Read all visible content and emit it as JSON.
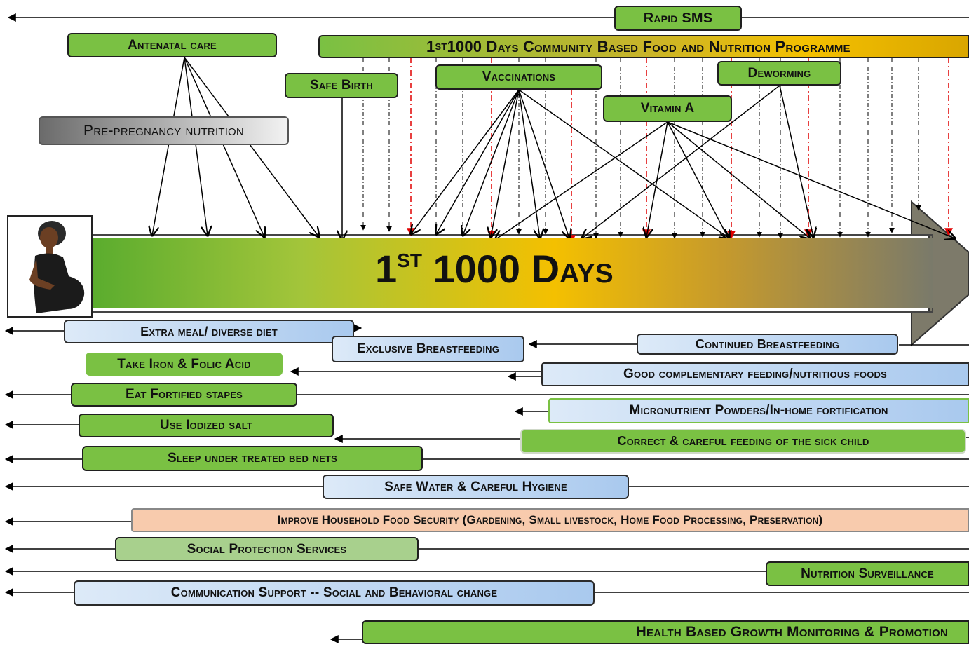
{
  "title": {
    "prefix": "1",
    "sup": "ST",
    "rest": " 1000 Days"
  },
  "top_boxes": {
    "rapid_sms": "Rapid SMS",
    "programme_prefix": "1",
    "programme_sup": "ST",
    "programme_rest": " 1000 Days Community Based Food and Nutrition Programme",
    "antenatal": "Antenatal care",
    "safe_birth": "Safe Birth",
    "vaccinations": "Vaccinations",
    "deworming": "Deworming",
    "vitamin_a": "Vitamin A",
    "pre_pregnancy": "Pre-pregnancy nutrition"
  },
  "bottom_boxes": {
    "extra_meal": "Extra meal/ diverse diet",
    "exclusive_bf": "Exclusive Breastfeeding",
    "continued_bf": "Continued  Breastfeeding",
    "iron_folic": "Take Iron & Folic Acid",
    "complementary": "Good complementary feeding/nutritious foods",
    "fortified": "Eat Fortified stapes",
    "mnp": "Micronutrient Powders/In-home fortification",
    "iodized": "Use Iodized salt",
    "sick_child": "Correct & careful  feeding of the sick child",
    "bed_nets": "Sleep under treated bed nets",
    "water": "Safe Water &  Careful Hygiene",
    "food_security": "Improve Household Food Security (Gardening, Small livestock, Home Food Processing, Preservation)",
    "social_protection": "Social Protection Services",
    "surveillance": "Nutrition Surveillance",
    "communication": "Communication Support  -- Social and Behavioral change",
    "growth_monitoring": "Health Based Growth Monitoring & Promotion"
  },
  "colors": {
    "green": "#7ac143",
    "light_green": "#a8d08d",
    "blue": "#a9c9ee",
    "peach": "#f8cbad",
    "red_line": "#e00000"
  }
}
